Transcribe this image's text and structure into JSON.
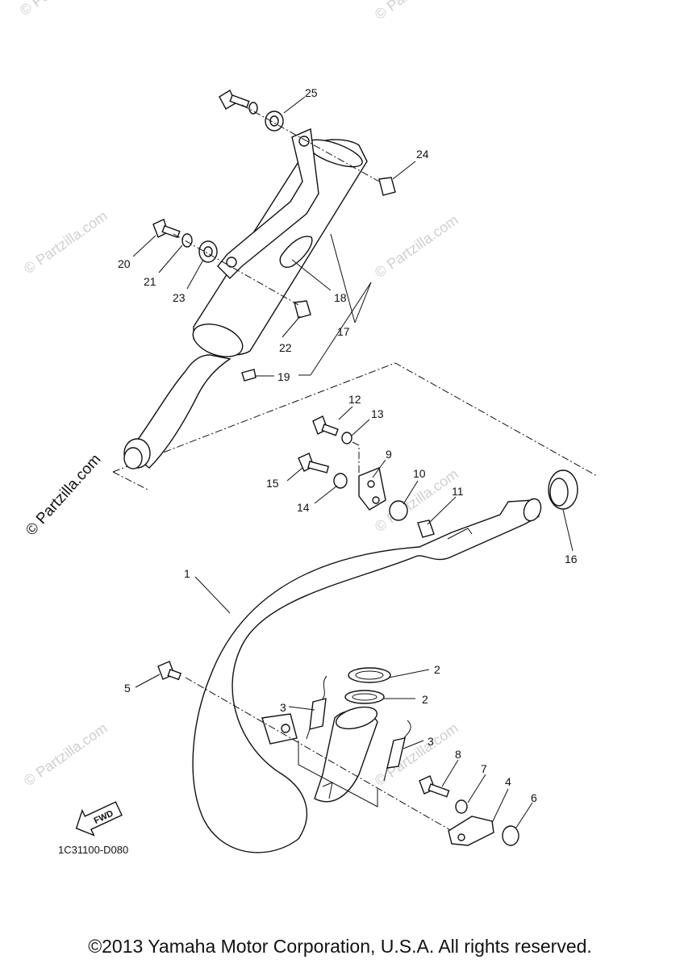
{
  "diagram": {
    "code": "1C31100-D080",
    "fwd_label": "FWD",
    "watermark": "© Partzilla.com",
    "callouts": [
      "1",
      "2",
      "2",
      "3",
      "3",
      "4",
      "5",
      "6",
      "7",
      "8",
      "9",
      "10",
      "11",
      "12",
      "13",
      "14",
      "15",
      "16",
      "17",
      "18",
      "19",
      "20",
      "21",
      "22",
      "23",
      "24",
      "25"
    ]
  },
  "footer": {
    "copyright": "©2013 Yamaha Motor Corporation, U.S.A. All rights reserved."
  }
}
